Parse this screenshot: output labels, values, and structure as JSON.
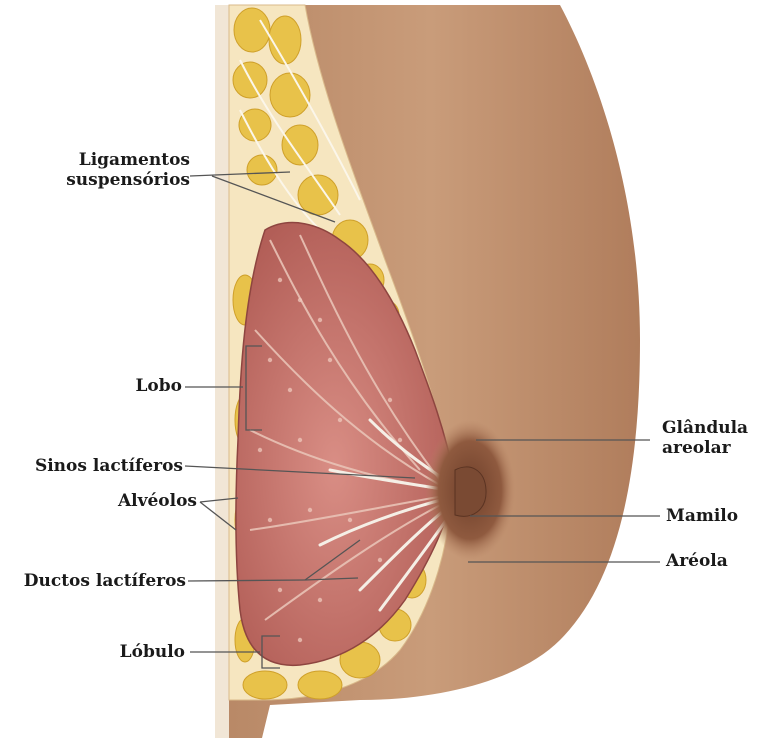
{
  "labels": {
    "ligamentos_line1": "Ligamentos",
    "ligamentos_line2": "suspensórios",
    "lobo": "Lobo",
    "sinos": "Sinos lactíferos",
    "alveolos": "Alvéolos",
    "ductos": "Ductos lactíferos",
    "lobulo": "Lóbulo",
    "glandula_line1": "Glândula",
    "glandula_line2": "areolar",
    "mamilo": "Mamilo",
    "areola": "Aréola"
  },
  "colors": {
    "skin": "#c89a77",
    "skin_dark": "#a87554",
    "fat": "#e8c24a",
    "fat_light": "#f3d77a",
    "gland": "#c97a72",
    "gland_dark": "#a85550",
    "duct": "#f2ece4",
    "areola": "#7a4a33",
    "leader_line": "#555555"
  }
}
